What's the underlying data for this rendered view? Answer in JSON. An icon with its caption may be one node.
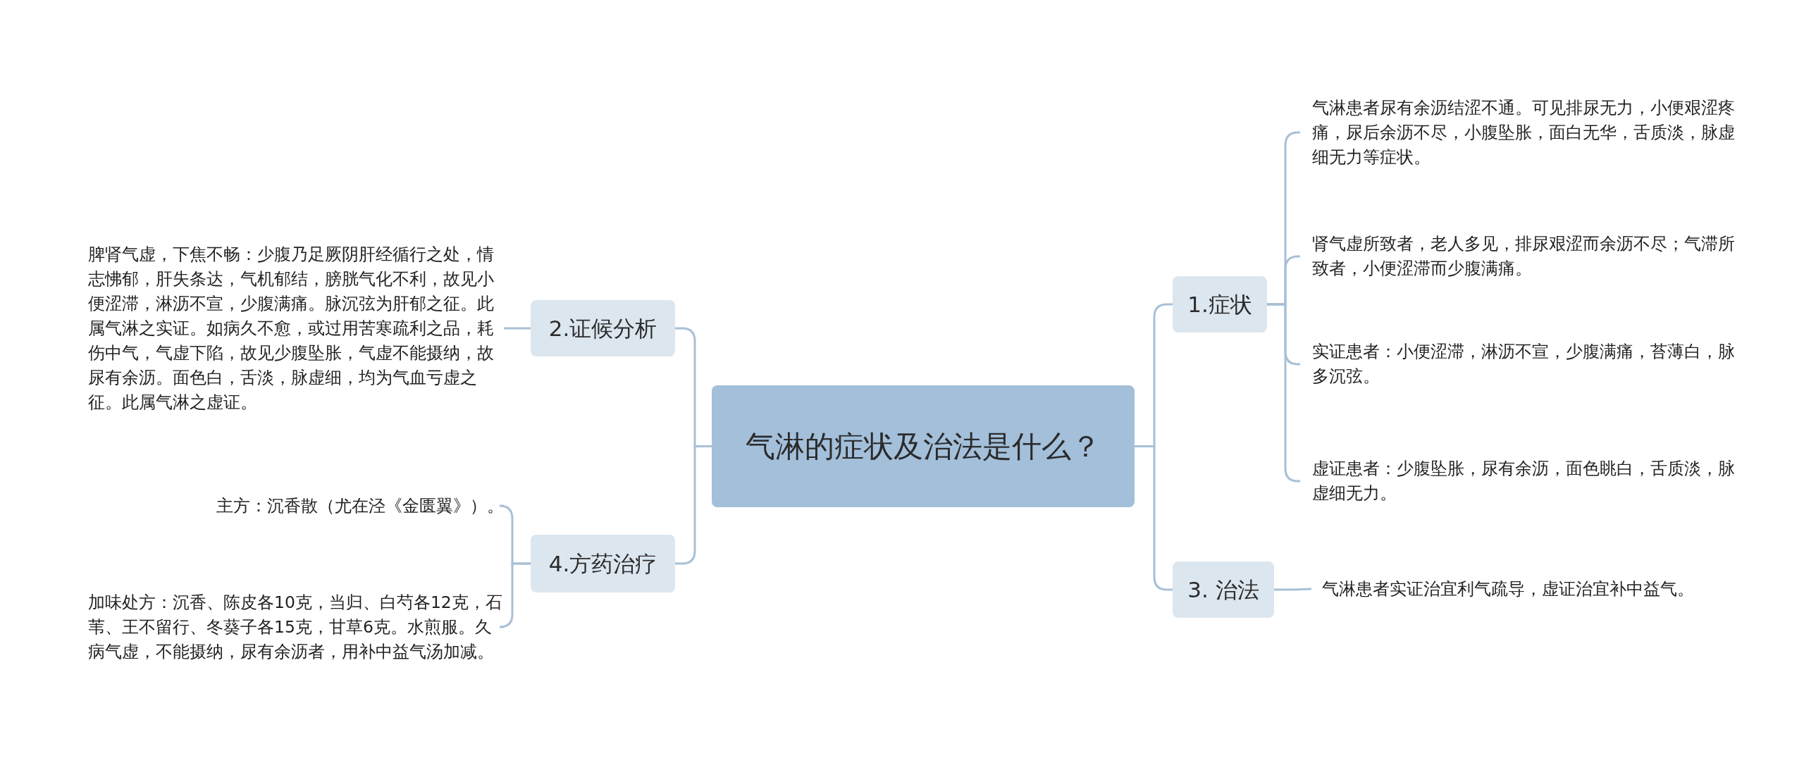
{
  "diagram": {
    "nodes": [
      {
        "text": [
          "气淋的症状及治法是什么？"
        ]
      },
      {
        "text": [
          "2.证候分析"
        ]
      },
      {
        "text": [
          "脾肾气虚，下焦不畅：少腹乃足厥阴肝经循行之处，情志怫郁，肝失条达，气机郁结，膀胱气化不利，故见小便涩滞，淋沥不宣，少腹满痛。脉沉弦为肝郁之征。此属气淋之实证。如病久不愈，或过用苦寒疏利之品，耗伤中气，气虚下陷，故见少腹坠胀，气虚不能摄纳，故尿有余沥。面色白，舌淡，脉虚细，均为气血亏虚之征。此属气淋之虚证。"
        ]
      },
      {
        "text": [
          "4.方药治疗"
        ]
      },
      {
        "text": [
          "主方：沉香散（尤在泾《金匮翼》）。"
        ]
      },
      {
        "text": [
          "加味处方：沉香、陈皮各10克，当归、白芍各12克，石苇、王不留行、冬葵子各15克，甘草6克。水煎服。久病气虚，不能摄纳，尿有余沥者，用补中益气汤加减。"
        ]
      },
      {
        "text": [
          "1.症状"
        ]
      },
      {
        "text": [
          "气淋患者尿有余沥结涩不通。可见排尿无力，小便艰涩疼痛，尿后余沥不尽，小腹坠胀，面白无华，舌质淡，脉虚细无力等症状。"
        ]
      },
      {
        "text": [
          "肾气虚所致者，老人多见，排尿艰涩而余沥不尽；气滞所致者，小便涩滞而少腹满痛。"
        ]
      },
      {
        "text": [
          "实证患者：小便涩滞，淋沥不宣，少腹满痛，苔薄白，脉多沉弦。"
        ]
      },
      {
        "text": [
          "虚证患者：少腹坠胀，尿有余沥，面色眺白，舌质淡，脉虚细无力。"
        ]
      },
      {
        "text": [
          "3. 治法"
        ]
      },
      {
        "text": [
          "气淋患者实证治宜利气疏导，虚证治宜补中益气。"
        ]
      }
    ],
    "edges": [
      {
        "from": 0,
        "to": 1,
        "arrow": "none"
      },
      {
        "from": 0,
        "to": 3,
        "arrow": "none"
      },
      {
        "from": 0,
        "to": 6,
        "arrow": "none"
      },
      {
        "from": 0,
        "to": 11,
        "arrow": "none"
      },
      {
        "from": 1,
        "to": 2,
        "arrow": "none"
      },
      {
        "from": 3,
        "to": 4,
        "arrow": "none"
      },
      {
        "from": 3,
        "to": 5,
        "arrow": "none"
      },
      {
        "from": 6,
        "to": 7,
        "arrow": "none"
      },
      {
        "from": 6,
        "to": 8,
        "arrow": "none"
      },
      {
        "from": 6,
        "to": 9,
        "arrow": "none"
      },
      {
        "from": 6,
        "to": 10,
        "arrow": "none"
      },
      {
        "from": 11,
        "to": 12,
        "arrow": "none"
      }
    ]
  }
}
